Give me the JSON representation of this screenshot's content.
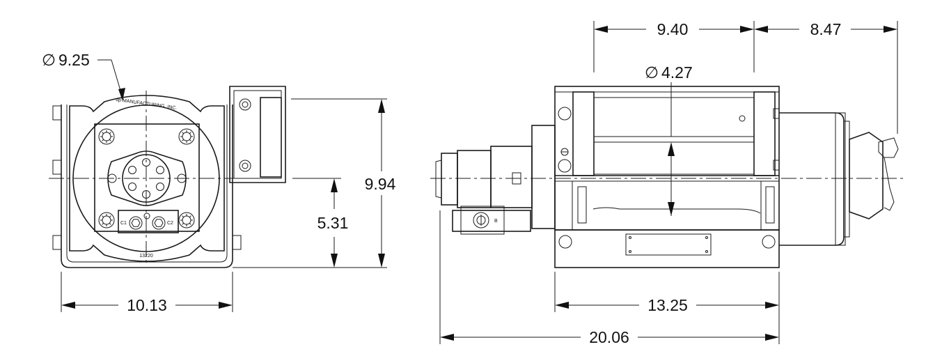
{
  "diagram": {
    "end_view": {
      "dimensions": {
        "diameter_symbol": "∅",
        "diameter_value": "9.25",
        "width": "10.13",
        "height_to_center": "5.31",
        "overall_height": "9.94"
      },
      "labels": {
        "manufacturer": "dp MANUFACTURING, INC.",
        "serial": "13220",
        "port_1": "C1",
        "port_2": "C2"
      }
    },
    "side_view": {
      "dimensions": {
        "drum_length": "9.40",
        "right_offset": "8.47",
        "drum_diameter_symbol": "∅",
        "drum_diameter_value": "4.27",
        "base_length": "13.25",
        "overall_length": "20.06"
      },
      "labels": {
        "port": "B"
      }
    }
  }
}
